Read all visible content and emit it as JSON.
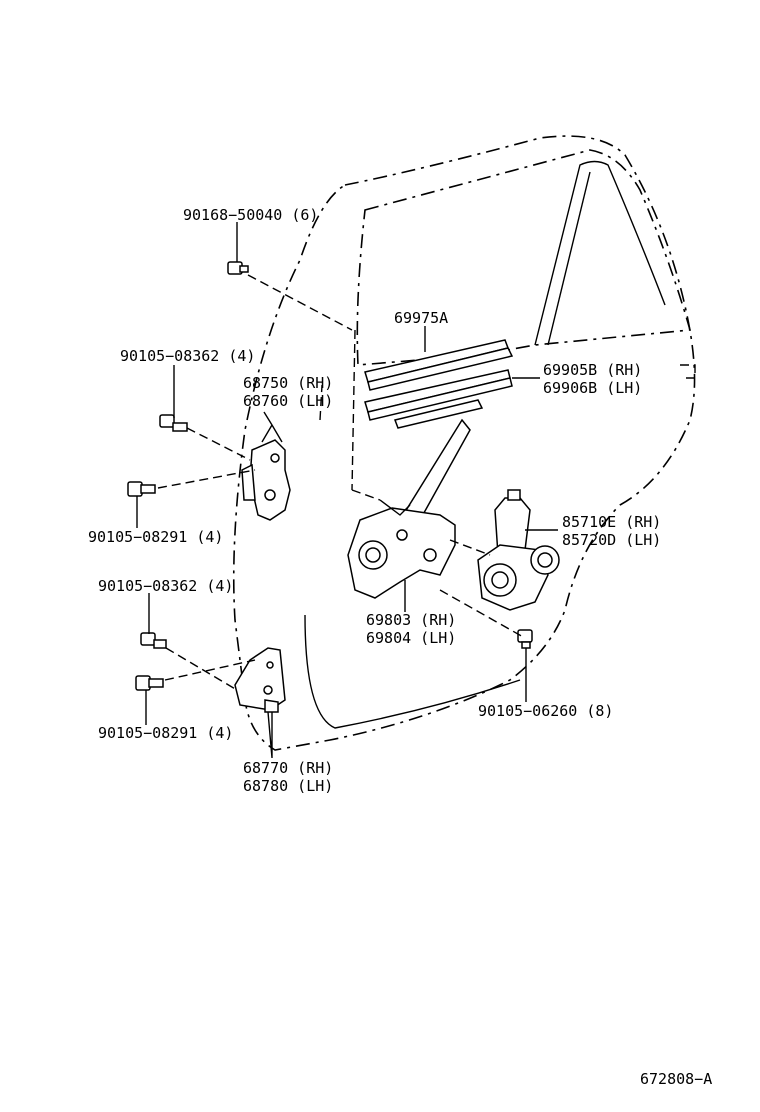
{
  "labels": {
    "screw_top": "90168−50040 (6)",
    "channel": "69975A",
    "bolt_upper_a": "90105−08362 (4)",
    "hinge_upper_rh": "68750 (RH)",
    "hinge_upper_lh": "68760 (LH)",
    "run_rh": "69905B (RH)",
    "run_lh": "69906B (LH)",
    "bolt_upper_b": "90105−08291 (4)",
    "motor_rh": "85710E (RH)",
    "motor_lh": "85720D (LH)",
    "bolt_lower_a": "90105−08362 (4)",
    "regulator_rh": "69803 (RH)",
    "regulator_lh": "69804 (LH)",
    "bolt_motor": "90105−06260 (8)",
    "bolt_lower_b": "90105−08291 (4)",
    "hinge_lower_rh": "68770 (RH)",
    "hinge_lower_lh": "68780 (LH)",
    "diagram_code": "672808−A"
  }
}
